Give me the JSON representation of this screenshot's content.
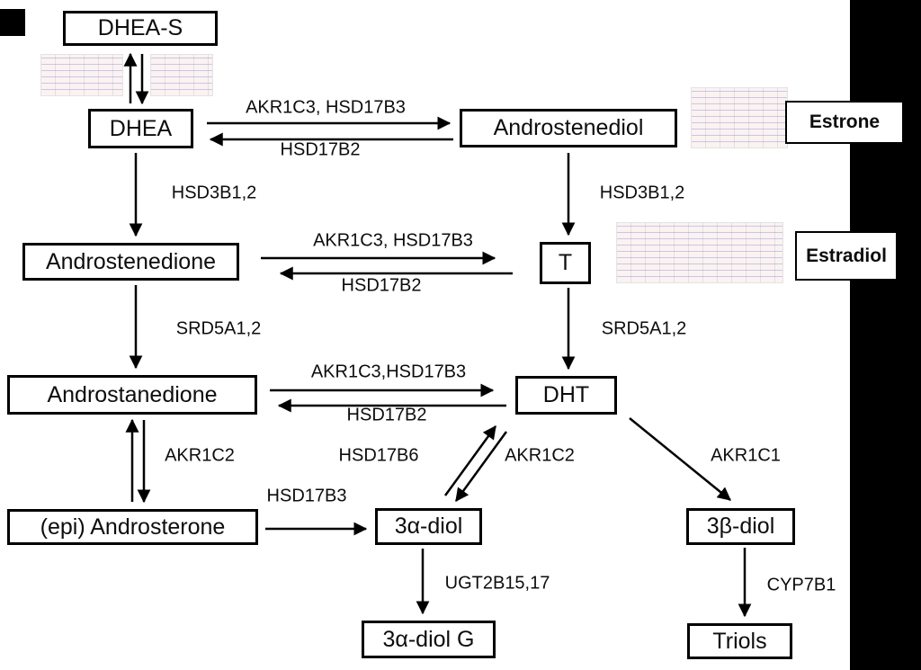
{
  "diagram": {
    "nodes": {
      "dheas": "DHEA-S",
      "dhea": "DHEA",
      "androstenediol": "Androstenediol",
      "estrone": "Estrone",
      "androstenedione": "Androstenedione",
      "t": "T",
      "estradiol": "Estradiol",
      "androstanedione": "Androstanedione",
      "dht": "DHT",
      "epi_androsterone": "(epi) Androsterone",
      "alpha3_diol": "3α-diol",
      "beta3_diol": "3β-diol",
      "alpha3_diol_g": "3α-diol G",
      "triols": "Triols"
    },
    "enzymes": {
      "dhea_adiol_fwd": "AKR1C3, HSD17B3",
      "dhea_adiol_rev": "HSD17B2",
      "dhea_dione": "HSD3B1,2",
      "adiol_t": "HSD3B1,2",
      "dione_t_fwd": "AKR1C3, HSD17B3",
      "dione_t_rev": "HSD17B2",
      "dione_stanedione": "SRD5A1,2",
      "t_dht": "SRD5A1,2",
      "stanedione_dht_fwd": "AKR1C3,HSD17B3",
      "stanedione_dht_rev": "HSD17B2",
      "stanedione_androsterone": "AKR1C2",
      "androsterone_a3diol": "HSD17B3",
      "dht_a3diol_left": "HSD17B6",
      "dht_a3diol_right": "AKR1C2",
      "dht_b3diol": "AKR1C1",
      "a3diol_to_g": "UGT2B15,17",
      "b3diol_to_triols": "CYP7B1"
    }
  }
}
